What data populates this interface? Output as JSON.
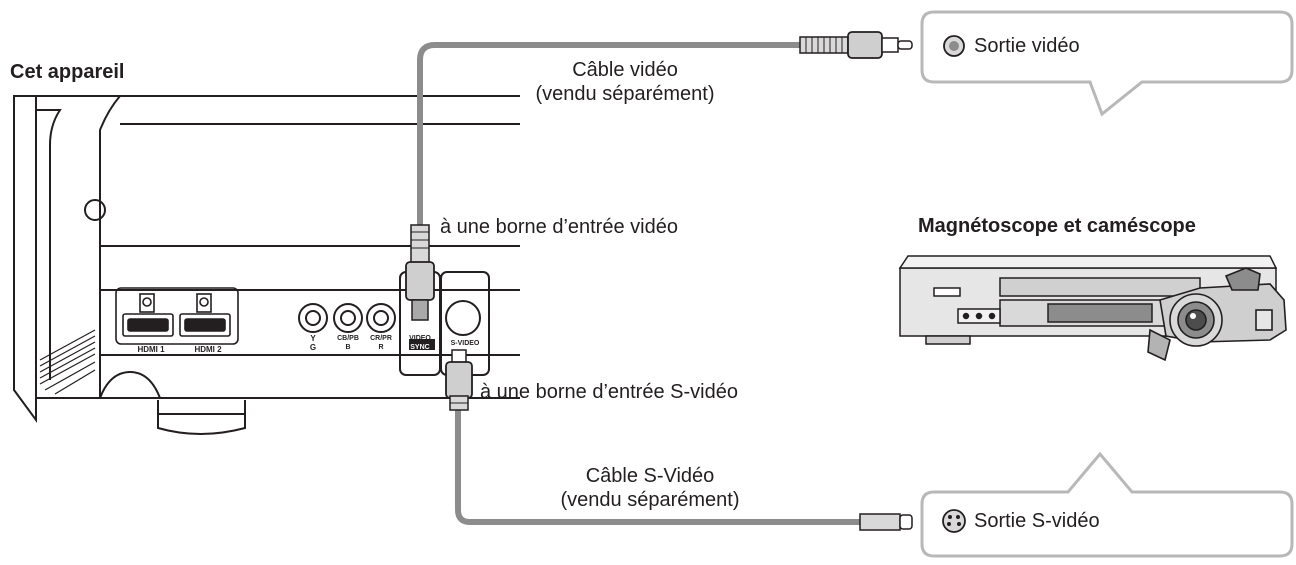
{
  "device": {
    "title": "Cet appareil"
  },
  "vcr": {
    "title": "Magnétoscope et caméscope"
  },
  "ports": {
    "hdmi1": "HDMI 1",
    "hdmi2": "HDMI 2",
    "y_top": "Y",
    "y_bot": "G",
    "cb_top": "CB/PB",
    "cb_bot": "B",
    "cr_top": "CR/PR",
    "cr_bot": "R",
    "video_top": "VIDEO",
    "video_bot": "SYNC",
    "svideo": "S-VIDEO"
  },
  "cables": {
    "video_line1": "Câble vidéo",
    "video_line2": "(vendu séparément)",
    "svideo_line1": "Câble S-Vidéo",
    "svideo_line2": "(vendu séparément)"
  },
  "labels": {
    "video_input": "à une borne d’entrée vidéo",
    "svideo_input": "à une borne d’entrée S-vidéo"
  },
  "callouts": {
    "video_out": "Sortie vidéo",
    "svideo_out": "Sortie S-vidéo"
  },
  "colors": {
    "line": "#231f20",
    "cable": "#8c8c8c",
    "bubble": "#b8b8b8"
  }
}
